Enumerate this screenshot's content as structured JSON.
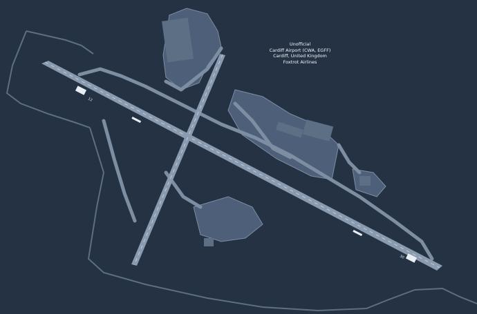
{
  "map": {
    "header": {
      "line1": "Unofficial",
      "line2": "Cardiff Airport (CWA, EGFF)",
      "line3": "Cardiff, United Kingdom",
      "line4": "Foxtrot Airlines"
    },
    "runway_designators": {
      "west_end": "12",
      "east_end": "30"
    },
    "colors": {
      "background": "#243244",
      "pavement": "#7d8ea2",
      "pavement_light": "#97a8ba",
      "building": "#5c6f85",
      "markings": "#e8eef4",
      "text": "#f2f5f8"
    }
  }
}
